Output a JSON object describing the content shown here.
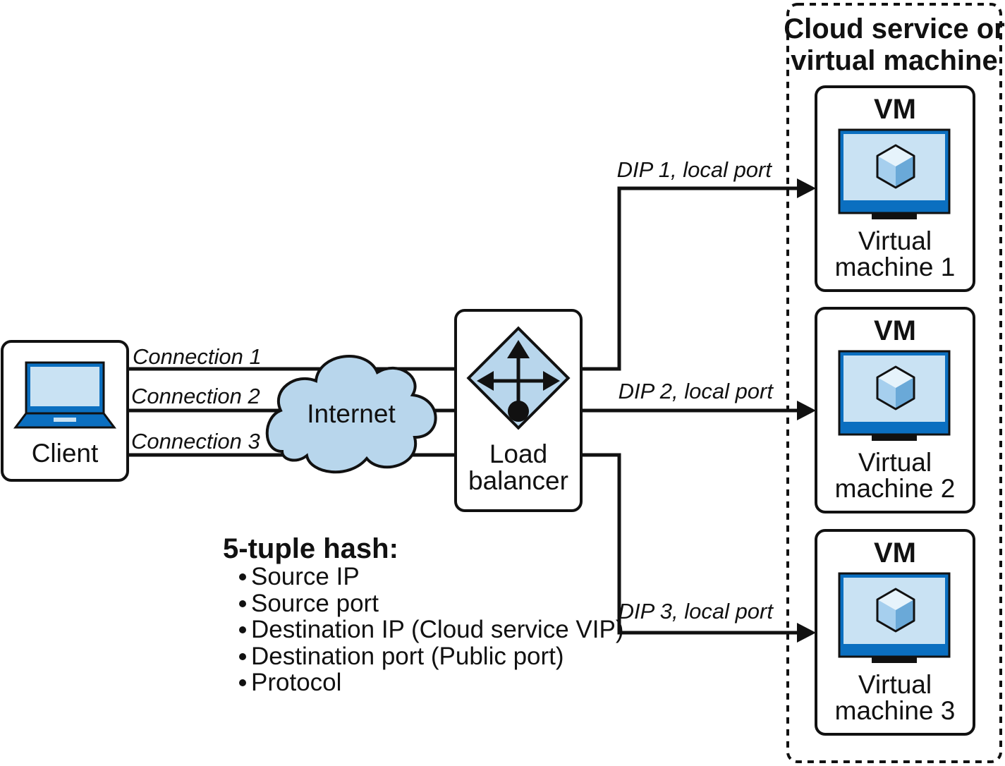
{
  "group_title": [
    "Cloud service or",
    "virtual machine"
  ],
  "client": {
    "label": "Client"
  },
  "internet": {
    "label": "Internet"
  },
  "load_balancer": {
    "label": [
      "Load",
      "balancer"
    ]
  },
  "connections": [
    "Connection 1",
    "Connection 2",
    "Connection 3"
  ],
  "vms": [
    {
      "header": "VM",
      "label": [
        "Virtual",
        "machine 1"
      ],
      "link_label": "DIP 1, local port"
    },
    {
      "header": "VM",
      "label": [
        "Virtual",
        "machine 2"
      ],
      "link_label": "DIP 2, local port"
    },
    {
      "header": "VM",
      "label": [
        "Virtual",
        "machine 3"
      ],
      "link_label": "DIP 3, local port"
    }
  ],
  "hash": {
    "title": "5-tuple hash:",
    "items": [
      "Source IP",
      "Source port",
      "Destination IP (Cloud service VIP)",
      "Destination port (Public port)",
      "Protocol"
    ]
  },
  "colors": {
    "screen_fill": "#c9e2f3",
    "screen_bar": "#0b6fc0",
    "cloud_fill": "#b8d6ec",
    "cube_top": "#e6f3fb",
    "cube_left": "#a6cfee",
    "cube_right": "#6aa9d8",
    "stroke": "#111111"
  },
  "icons": {
    "client": "laptop-icon",
    "internet": "cloud-icon",
    "load_balancer": "load-balancer-icon",
    "vm": "monitor-icon",
    "vm_inner": "cube-icon"
  }
}
